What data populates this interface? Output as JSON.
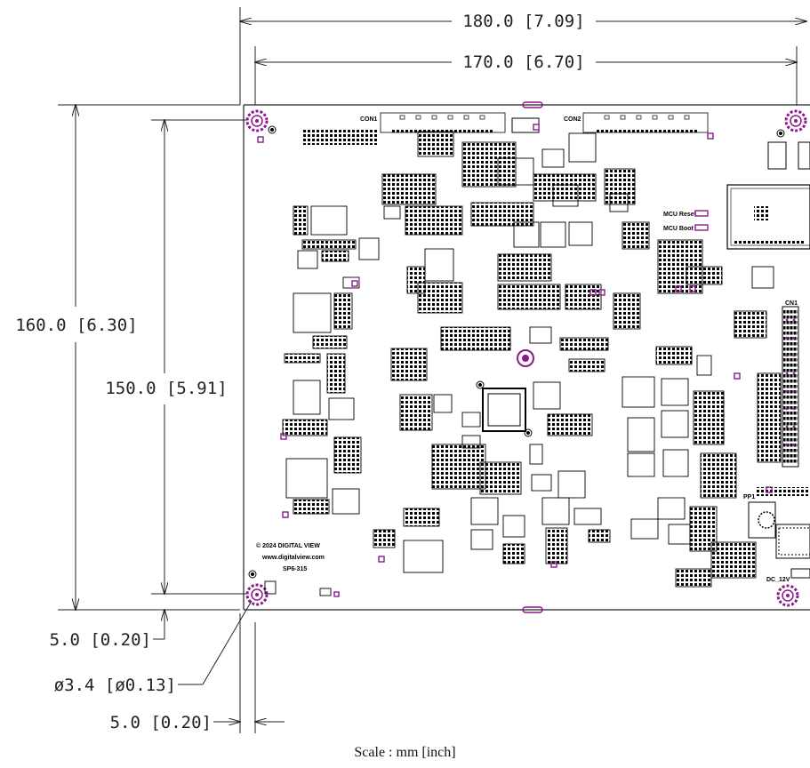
{
  "dimensions": {
    "overall_width": "180.0 [7.09]",
    "hole_spacing_width": "170.0 [6.70]",
    "overall_height": "160.0 [6.30]",
    "hole_spacing_height": "150.0 [5.91]",
    "bottom_offset": "5.0 [0.20]",
    "hole_diameter": "ø3.4 [ø0.13]",
    "left_offset": "5.0 [0.20]"
  },
  "board_labels": {
    "con1": "CON1",
    "con2": "CON2",
    "mcu_reset": "MCU Reset",
    "mcu_boot": "MCU Boot",
    "cn1": "CN1",
    "pp1": "PP1",
    "dc_12v": "DC_12V",
    "copyright": "© 2024 DIGITAL VIEW",
    "website": "www.digitalview.com",
    "model": "SP6-315"
  },
  "scale_note": "Scale : mm [inch]",
  "colors": {
    "line": "#222222",
    "component": "#000000",
    "mounting_hole": "#8b1a8b"
  }
}
